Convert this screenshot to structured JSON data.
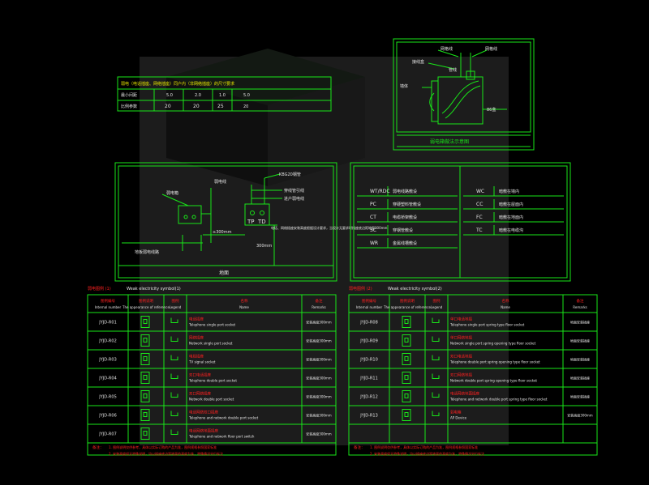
{
  "table_a": {
    "header_text": "弱电（电话插座、网络插座）同户内（非网络插座）的尺寸要求",
    "rows": [
      {
        "label": "最小间距",
        "c1": "5.0",
        "c2": "2.0",
        "c3": "1.0",
        "c4": "5.0"
      },
      {
        "label": "比例参数",
        "c1": "20",
        "c2": "20",
        "c3": "25",
        "c4": "20"
      }
    ]
  },
  "detail_diagram": {
    "title": "弱电箱做法示意图",
    "labels": {
      "top_left": "网格线",
      "top_right": "网格线",
      "left": "接线盒",
      "mid": "管线",
      "wall": "墙体",
      "right": "86盒"
    }
  },
  "install_diagram": {
    "box_label": "弱电箱",
    "top_label": "弱电线",
    "kbg_label": "KBG20钢管",
    "notes": [
      "穿线管引线",
      "进户弱电线"
    ],
    "side_note": "电话、网络插座安装高度根据设计要求，当设计无要求时插座底边距地面300mm",
    "tp_label": "TP",
    "td_label": "TD",
    "floor_label": "地面",
    "lower_label": "地板弱电线路",
    "dim_h": "≥300mm",
    "dim_v": "300mm"
  },
  "legend_codes": {
    "left": [
      {
        "code": "WT/RDC",
        "desc": "弱电线路敷设"
      },
      {
        "code": "PC",
        "desc": "穿硬塑料管敷设"
      },
      {
        "code": "CT",
        "desc": "电缆桥架敷设"
      },
      {
        "code": "SC",
        "desc": "穿钢管敷设"
      },
      {
        "code": "WR",
        "desc": "金属线槽敷设"
      }
    ],
    "right": [
      {
        "code": "WC",
        "desc": "暗敷在墙内"
      },
      {
        "code": "CC",
        "desc": "暗敷在屋面内"
      },
      {
        "code": "FC",
        "desc": "暗敷在地面内"
      },
      {
        "code": "TC",
        "desc": "暗敷在电缆沟"
      }
    ]
  },
  "symbol_table_1": {
    "caption": "弱电图例 (1)",
    "caption_en": "Weak electricity symbol(1)",
    "headers": [
      {
        "cn": "图例编号",
        "en": "Internal number"
      },
      {
        "cn": "图例说明",
        "en": "The appearance of reference"
      },
      {
        "cn": "图例",
        "en": "Legend"
      },
      {
        "cn": "名称",
        "en": "Name"
      },
      {
        "cn": "备注",
        "en": "Remarks"
      }
    ],
    "rows": [
      {
        "id": "JYJD-R01",
        "name_cn": "电话插座",
        "name_en": "Telephone single port socket",
        "remark": "安装高度300mm"
      },
      {
        "id": "JYJD-R02",
        "name_cn": "网络插座",
        "name_en": "Network single port socket",
        "remark": "安装高度300mm"
      },
      {
        "id": "JYJD-R03",
        "name_cn": "电视插座",
        "name_en": "TV signal socket",
        "remark": "安装高度300mm"
      },
      {
        "id": "JYJD-R04",
        "name_cn": "双口电话插座",
        "name_en": "Telephone double port socket",
        "remark": "安装高度300mm"
      },
      {
        "id": "JYJD-R05",
        "name_cn": "双口网络插座",
        "name_en": "Network double port socket",
        "remark": "安装高度300mm"
      },
      {
        "id": "JYJD-R06",
        "name_cn": "电话网络双口插座",
        "name_en": "Telephone and network double port socket",
        "remark": "安装高度300mm"
      },
      {
        "id": "JYJD-R07",
        "name_cn": "电话网络地面插座",
        "name_en": "Telephone and network floor port switch",
        "remark": "安装高度300mm"
      }
    ],
    "note_prefix": "备注：",
    "notes": [
      "1. 图例说明仅供参考，具体以实际订购的产品为准，图例规格参照国家标准",
      "2. 安装高度如无特殊说明，均以插座底边距地面的高度为准，特殊情况另行标注"
    ]
  },
  "symbol_table_2": {
    "caption": "弱电图例 (2)",
    "caption_en": "Weak electricity symbol(2)",
    "headers": [
      {
        "cn": "图例编号",
        "en": "Internal number"
      },
      {
        "cn": "图例说明",
        "en": "The appearance of reference"
      },
      {
        "cn": "图例",
        "en": "Legend"
      },
      {
        "cn": "名称",
        "en": "Name"
      },
      {
        "cn": "备注",
        "en": "Remarks"
      }
    ],
    "rows": [
      {
        "id": "JYJD-R08",
        "name_cn": "单口电话地插",
        "name_en": "Telephone single port spring type floor socket",
        "remark": "地面安装插座"
      },
      {
        "id": "JYJD-R09",
        "name_cn": "单口网络地插",
        "name_en": "Network single port spring opening type floor socket",
        "remark": "地面安装插座"
      },
      {
        "id": "JYJD-R10",
        "name_cn": "双口电话地插",
        "name_en": "Telephone double port spring opening type floor socket",
        "remark": "地面安装插座"
      },
      {
        "id": "JYJD-R11",
        "name_cn": "双口网络地插",
        "name_en": "Network double port spring opening type floor socket",
        "remark": "地面安装插座"
      },
      {
        "id": "JYJD-R12",
        "name_cn": "电话网络地面插座",
        "name_en": "Telephone and network double port spring type floor socket",
        "remark": "地面安装插座"
      },
      {
        "id": "JYJD-R13",
        "name_cn": "弱电箱",
        "name_en": "AP Device",
        "remark": "安装高度300mm"
      }
    ],
    "note_prefix": "备注：",
    "notes": [
      "1. 图例说明仅供参考，具体以实际订购的产品为准，图例规格参照国家标准",
      "2. 安装高度如无特殊说明，均以插座底边距地面的高度为准，特殊情况另行标注"
    ]
  }
}
